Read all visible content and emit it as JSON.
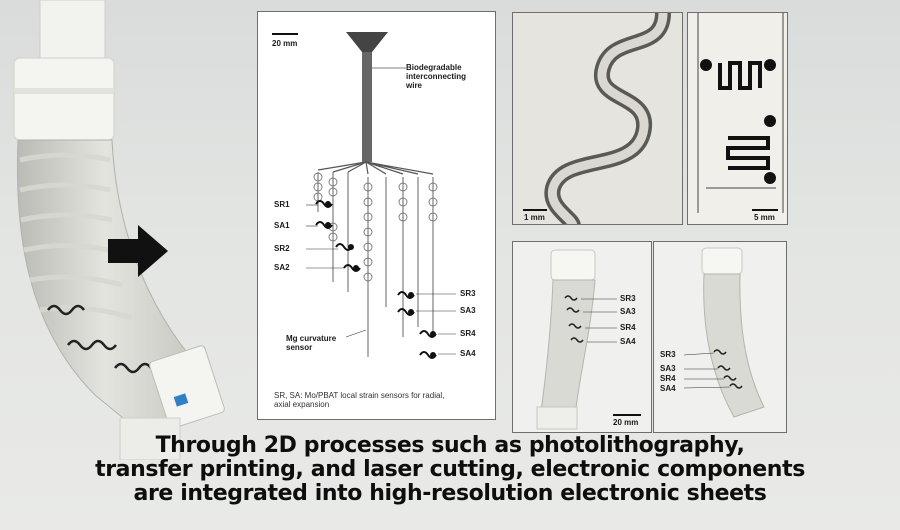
{
  "diagram": {
    "scale_bar": "20 mm",
    "wire_label_1": "Biodegradable",
    "wire_label_2": "interconnecting",
    "wire_label_3": "wire",
    "sensors": [
      "SR1",
      "SA1",
      "SR2",
      "SA2",
      "SR3",
      "SA3",
      "SR4",
      "SA4"
    ],
    "curvature_label_1": "Mg curvature",
    "curvature_label_2": "sensor",
    "footnote_1": "SR, SA: Mo/PBAT local strain sensors for radial,",
    "footnote_2": "axial expansion"
  },
  "micro1": {
    "scale_bar": "1 mm"
  },
  "micro2": {
    "scale_bar": "5 mm"
  },
  "photo2": {
    "labels": [
      "SR3",
      "SA3",
      "SR4",
      "SA4"
    ],
    "scale_bar": "20 mm"
  },
  "photo3": {
    "labels": [
      "SR3",
      "SA3",
      "SR4",
      "SA4"
    ]
  },
  "caption": {
    "line1": "Through 2D processes such as photolithography,",
    "line2": "transfer printing, and laser cutting, electronic components",
    "line3": "are integrated into high-resolution electronic sheets"
  }
}
